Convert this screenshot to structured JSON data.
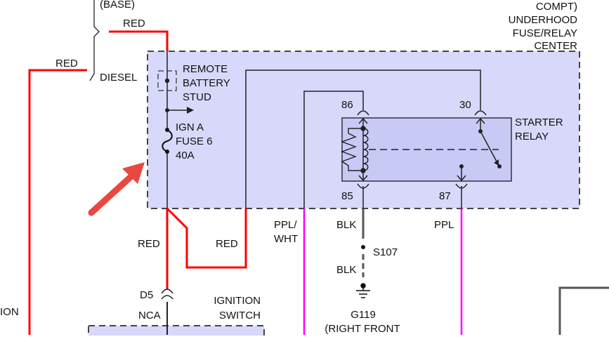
{
  "colors": {
    "wire_red": "#ff0000",
    "wire_purple": "#ff00ff",
    "wire_black": "#222222",
    "wire_gray": "#555555",
    "component_fill": "#d8d8fb",
    "relay_fill": "#c9c9f6",
    "annotation_arrow": "#e8483f"
  },
  "labels": {
    "base": "(BASE)",
    "diesel": "DIESEL",
    "red_top": "RED",
    "red_left": "RED",
    "ion": "ION",
    "center_title": [
      "COMPT)",
      "UNDERHOOD",
      "FUSE/RELAY",
      "CENTER"
    ],
    "remote_stud": [
      "REMOTE",
      "BATTERY",
      "STUD"
    ],
    "fuse": [
      "IGN A",
      "FUSE 6",
      "40A"
    ],
    "relay": [
      "STARTER",
      "RELAY"
    ],
    "pins": {
      "p86": "86",
      "p30": "30",
      "p85": "85",
      "p87": "87"
    },
    "red_below_1": "RED",
    "red_below_2": "RED",
    "ppl_wht": [
      "PPL/",
      "WHT"
    ],
    "blk_1": "BLK",
    "blk_2": "BLK",
    "splice": "S107",
    "ppl": "PPL",
    "connector_d5": "D5",
    "nca": "NCA",
    "ignition_switch": [
      "IGNITION",
      "SWITCH"
    ],
    "ground": [
      "G119",
      "(RIGHT FRONT"
    ]
  },
  "icons": {
    "annotation": "red-arrow-icon",
    "ground": "ground-symbol-icon",
    "fuse": "fuse-symbol-icon",
    "relay_coil": "coil-icon",
    "relay_switch": "switch-contact-icon"
  }
}
